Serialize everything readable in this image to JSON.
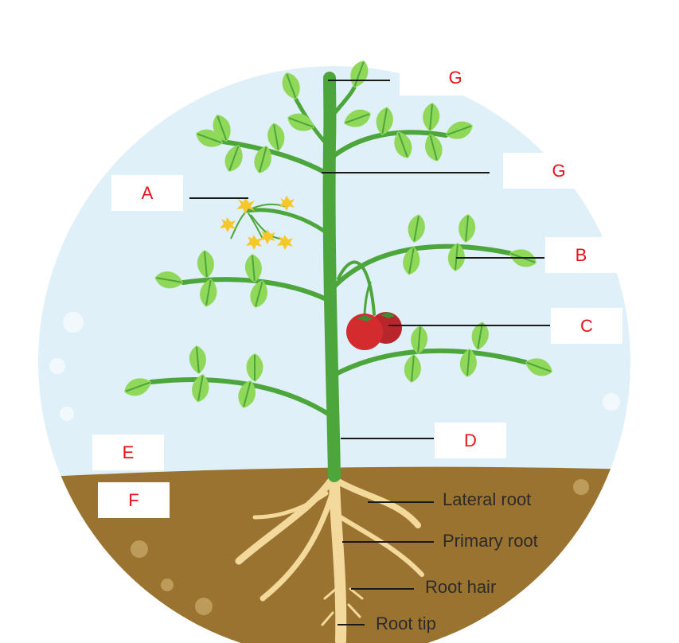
{
  "labels": {
    "g_top": "G",
    "g_mid": "G",
    "a": "A",
    "b": "B",
    "c": "C",
    "d": "D",
    "e": "E",
    "f": "F"
  },
  "root_labels": {
    "lateral": "Lateral root",
    "primary": "Primary root",
    "hair": "Root hair",
    "tip": "Root tip"
  },
  "colors": {
    "sky": "#dff0f8",
    "soil": "#9a7331",
    "stem": "#4da63b",
    "leaf": "#8fd85a",
    "leaf_vein": "#4da63b",
    "flower": "#f5c72a",
    "tomato": "#d42b2f",
    "root": "#f3d99b",
    "label_text": "#e8121b"
  }
}
